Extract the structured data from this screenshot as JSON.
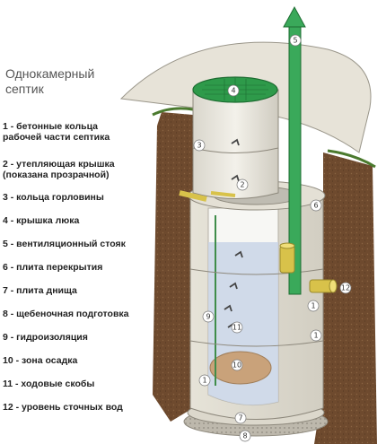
{
  "title": "Однокамерный\nсептик",
  "legend": [
    {
      "id": "1",
      "text": "1 - бетонные кольца\nрабочей части септика"
    },
    {
      "id": "2",
      "text": "2 - утепляющая крышка\n(показана прозрачной)"
    },
    {
      "id": "3",
      "text": "3 - кольца горловины"
    },
    {
      "id": "4",
      "text": "4 - крышка люка"
    },
    {
      "id": "5",
      "text": "5 - вентиляционный стояк"
    },
    {
      "id": "6",
      "text": "6 - плита перекрытия"
    },
    {
      "id": "7",
      "text": "7 - плита днища"
    },
    {
      "id": "8",
      "text": "8 - щебеночная подготовка"
    },
    {
      "id": "9",
      "text": "9 - гидроизоляция"
    },
    {
      "id": "10",
      "text": "10 - зона осадка"
    },
    {
      "id": "11",
      "text": "11 - ходовые скобы"
    },
    {
      "id": "12",
      "text": "12 - уровень сточных вод"
    }
  ],
  "callouts": [
    "1",
    "1",
    "1",
    "2",
    "3",
    "4",
    "5",
    "6",
    "7",
    "8",
    "9",
    "10",
    "11",
    "12"
  ],
  "colors": {
    "soil": "#6e4a2e",
    "concrete": "#e9e6dc",
    "hatch_green": "#2e9a4a",
    "pipe_green": "#3aa95a",
    "pipe_yellow": "#d8c24a",
    "water": "#c9d5e6",
    "sediment": "#c9a27a"
  }
}
